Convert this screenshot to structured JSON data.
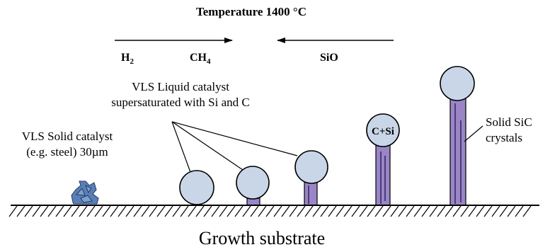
{
  "header": {
    "temperature_label": "Temperature 1400 °C"
  },
  "flows": {
    "h2_label": "H",
    "h2_sub": "2",
    "ch4_label": "CH",
    "ch4_sub": "4",
    "sio_label": "SiO"
  },
  "labels": {
    "vls_liquid_line1": "VLS Liquid catalyst",
    "vls_liquid_line2": "supersaturated with Si and C",
    "vls_solid_line1": "VLS Solid catalyst",
    "vls_solid_line2": "(e.g. steel) 30µm",
    "droplet_text": "C+Si",
    "sic_line1": "Solid SiC",
    "sic_line2": "crystals",
    "substrate": "Growth substrate"
  },
  "colors": {
    "droplet_fill": "#c9d6e8",
    "crystal_fill": "#9a86c6",
    "solid_catalyst_fill": "#5a7fb5",
    "line": "#000000"
  }
}
